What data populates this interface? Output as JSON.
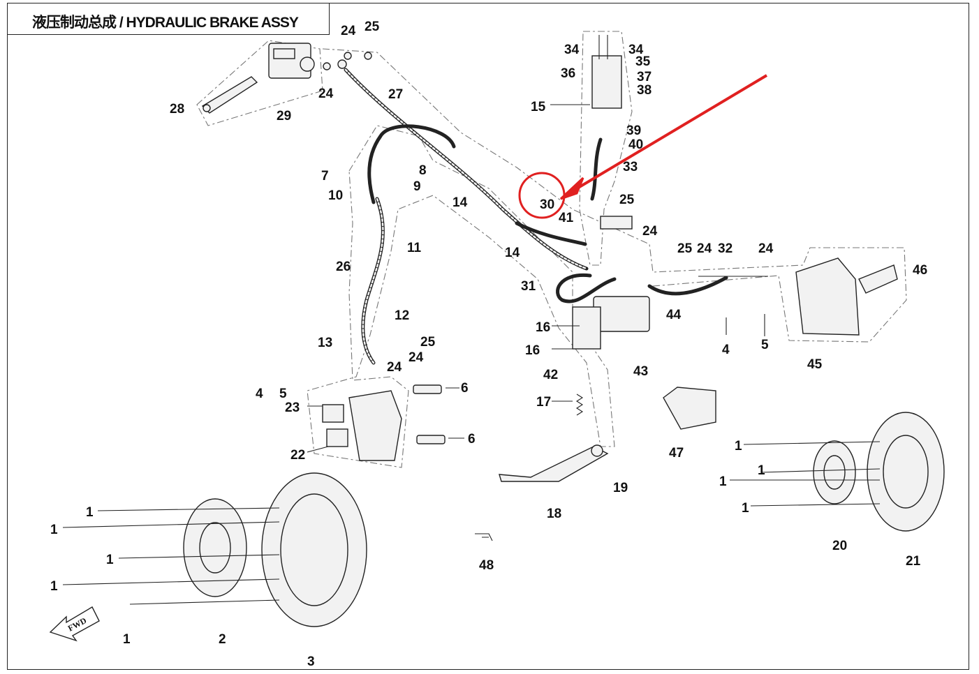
{
  "title": "液压制动总成 / HYDRAULIC BRAKE ASSY",
  "fwd_label": "FWD",
  "labels": {
    "l1a": "1",
    "l1b": "1",
    "l1c": "1",
    "l1d": "1",
    "l1e": "1",
    "l1f": "1",
    "l1g": "1",
    "l1h": "1",
    "l1i": "1",
    "l2": "2",
    "l3": "3",
    "l4a": "4",
    "l4b": "4",
    "l5a": "5",
    "l5b": "5",
    "l6a": "6",
    "l6b": "6",
    "l7": "7",
    "l8": "8",
    "l9": "9",
    "l10": "10",
    "l11": "11",
    "l12": "12",
    "l13": "13",
    "l14a": "14",
    "l14b": "14",
    "l15": "15",
    "l16a": "16",
    "l16b": "16",
    "l17": "17",
    "l18": "18",
    "l19": "19",
    "l20": "20",
    "l21": "21",
    "l22": "22",
    "l23": "23",
    "l24a": "24",
    "l24b": "24",
    "l24c": "24",
    "l24d": "24",
    "l24e": "24",
    "l24f": "24",
    "l24g": "24",
    "l25a": "25",
    "l25b": "25",
    "l25c": "25",
    "l25d": "25",
    "l26": "26",
    "l27": "27",
    "l28": "28",
    "l29": "29",
    "l30": "30",
    "l31": "31",
    "l32": "32",
    "l33": "33",
    "l34a": "34",
    "l34b": "34",
    "l35": "35",
    "l36": "36",
    "l37": "37",
    "l38": "38",
    "l39": "39",
    "l40": "40",
    "l41": "41",
    "l42": "42",
    "l43": "43",
    "l44": "44",
    "l45": "45",
    "l46": "46",
    "l47": "47",
    "l48": "48"
  },
  "highlight": {
    "color": "#e02020",
    "target_label": "30"
  }
}
